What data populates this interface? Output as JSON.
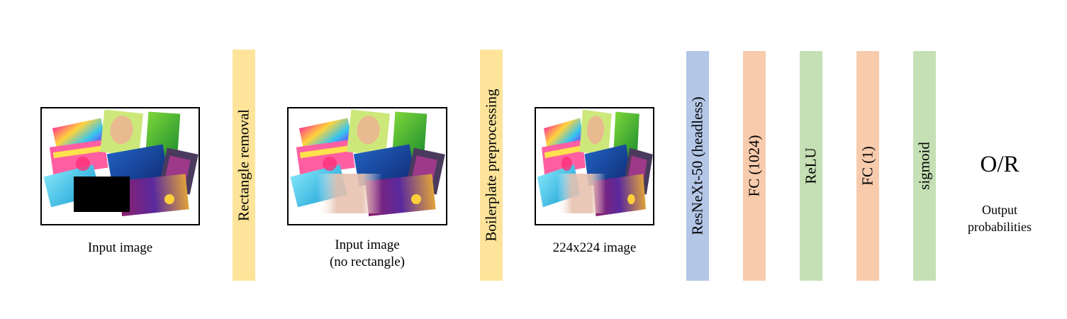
{
  "panels": {
    "input": {
      "caption": "Input image"
    },
    "no_rect": {
      "caption_line1": "Input image",
      "caption_line2": "(no rectangle)"
    },
    "resized": {
      "caption": "224x224 image"
    }
  },
  "steps": {
    "rect_removal": {
      "label": "Rectangle removal",
      "color": "#fde49a"
    },
    "boilerplate": {
      "label": "Boilerplate preprocessing",
      "color": "#fde49a"
    }
  },
  "layers": [
    {
      "label": "ResNeXt-50 (headless)",
      "color": "#b4c7e7"
    },
    {
      "label": "FC (1024)",
      "color": "#f8cbad"
    },
    {
      "label": "ReLU",
      "color": "#c5e0b4"
    },
    {
      "label": "FC (1)",
      "color": "#f8cbad"
    },
    {
      "label": "sigmoid",
      "color": "#c5e0b4"
    }
  ],
  "output": {
    "title": "O/R",
    "sub_line1": "Output",
    "sub_line2": "probabilities"
  }
}
